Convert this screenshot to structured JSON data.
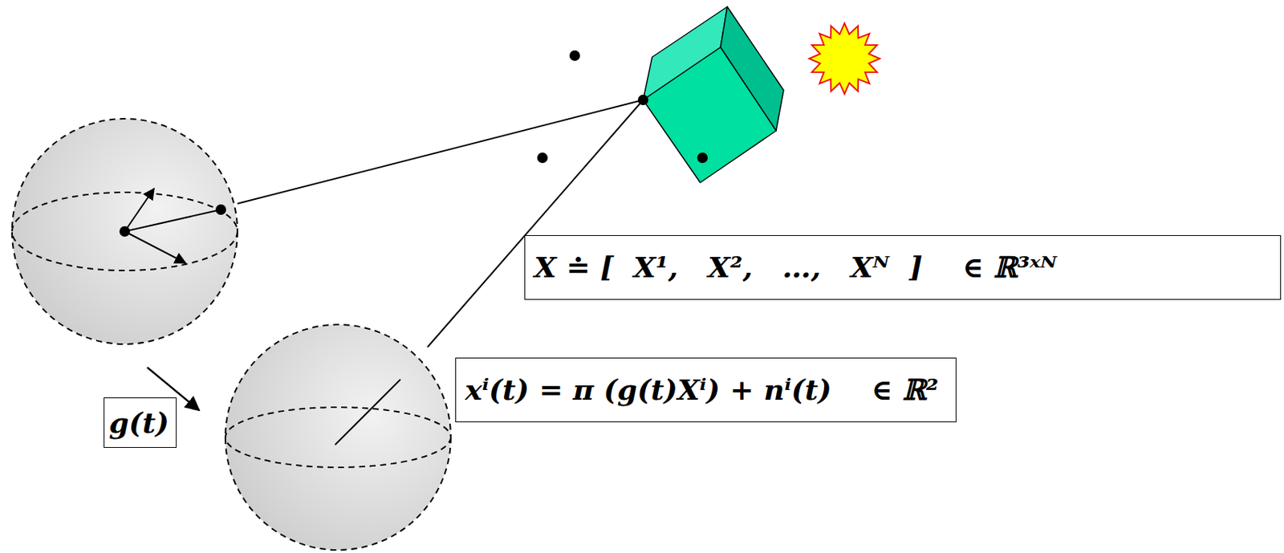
{
  "diagram": {
    "nodes": [
      {
        "text": [
          "X ≐ [  X¹,   X²,   …,   Xᴺ  ]    ∈ ℝ³ˣᴺ"
        ]
      },
      {
        "text": [
          "xⁱ(t) = π (g(t)Xⁱ) + nⁱ(t)    ∈ ℝ²"
        ]
      },
      {
        "text": [
          "g(t)"
        ]
      }
    ]
  }
}
